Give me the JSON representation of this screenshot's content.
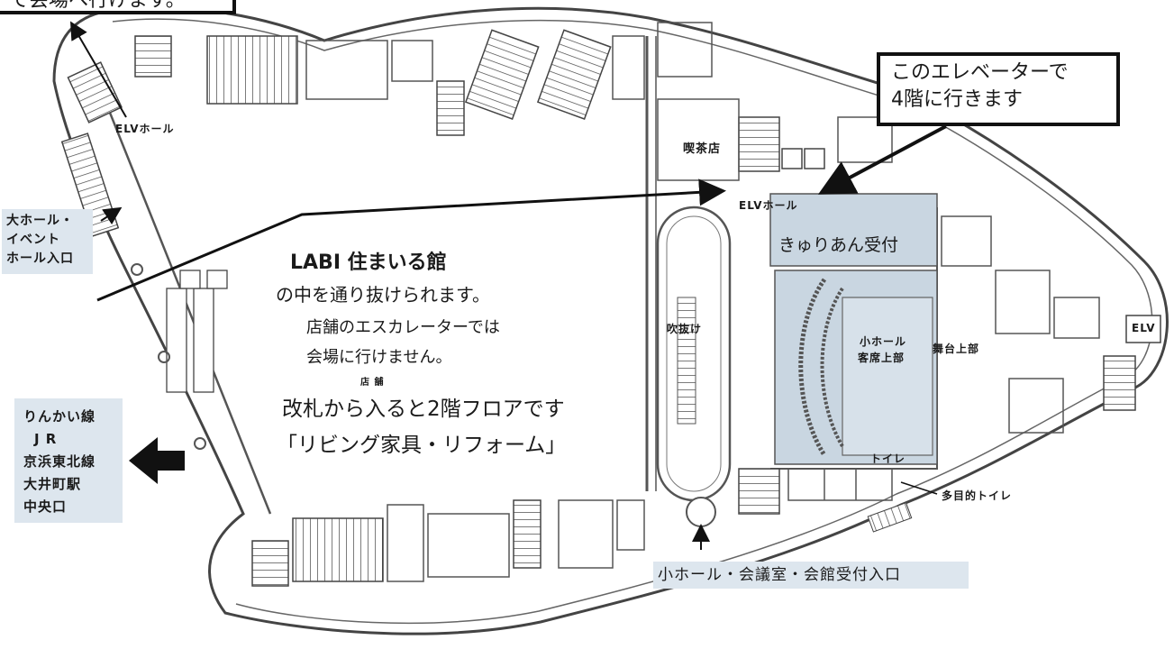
{
  "callouts": {
    "top_left_partial": "で会場へ行けます。",
    "elevator_note": [
      "このエレベーターで",
      "4階に行きます"
    ]
  },
  "labels": {
    "elv_hall_left": "ELVホール",
    "elv_hall_center": "ELVホール",
    "kissaten": "喫茶店",
    "fukinuke": "吹抜け",
    "kyurian_reception": "きゅりあん受付",
    "small_hall_seats": [
      "小ホール",
      "客席上部"
    ],
    "stage_top": "舞台上部",
    "elv_right": "ELV",
    "toilet": "トイレ",
    "multipurpose_toilet": "多目的トイレ",
    "shops": "店 舗",
    "big_hall_entrance": [
      "大ホール・",
      "イベント",
      "ホール入口"
    ],
    "station_exit": [
      "りんかい線",
      "J R",
      "京浜東北線",
      "大井町駅",
      "中央口"
    ],
    "small_hall_entrance": "小ホール・会議室・会館受付入口"
  },
  "notes": {
    "labi_title": "LABI 住まいる館",
    "labi_line2": "の中を通り抜けられます。",
    "escalator_line1": "店舗のエスカレーターでは",
    "escalator_line2": "会場に行けません。",
    "floor_line1": "改札から入ると2階フロアです",
    "floor_line2": "「リビング家具・リフォーム」"
  },
  "colors": {
    "highlight_fill": "#c9d6e1",
    "label_background": "#dde6ee",
    "line": "#555555"
  }
}
